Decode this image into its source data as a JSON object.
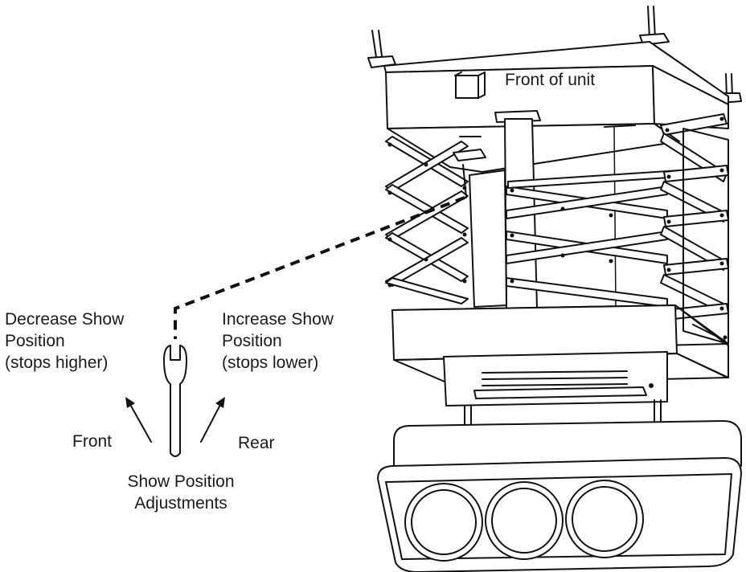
{
  "labels": {
    "front_of_unit": "Front of unit",
    "decrease": [
      "Decrease Show",
      "Position",
      "(stops higher)"
    ],
    "increase": [
      "Increase Show",
      "Position",
      "(stops lower)"
    ],
    "front": "Front",
    "rear": "Rear",
    "adjustments": [
      "Show Position",
      "Adjustments"
    ]
  },
  "icons": {
    "wrench": "wrench-icon",
    "front_arrow": "arrow-up-left-icon",
    "rear_arrow": "arrow-up-right-icon"
  },
  "colors": {
    "line": "#111111",
    "background": "#ffffff"
  }
}
